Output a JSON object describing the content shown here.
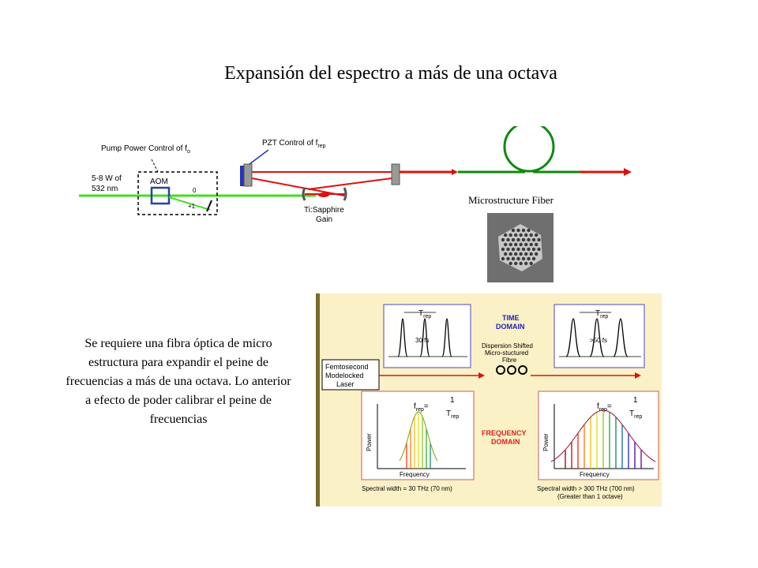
{
  "title": "Expansión del espectro a más de una octava",
  "description": "Se requiere una fibra óptica de micro estructura para expandir el peine de frecuencias a más de una octava. Lo anterior a efecto de poder calibrar el peine de frecuencias",
  "setup": {
    "pump_control_label": "Pump Power Control of f",
    "pump_control_sub": "o",
    "pzt_label": "PZT Control of f",
    "pzt_sub": "rep",
    "pump_power": "5-8 W of",
    "pump_wavelength": "532 nm",
    "aom_label": "AOM",
    "order_0": "0",
    "order_plus1": "+1",
    "gain_line1": "Ti:Sapphire",
    "gain_line2": "Gain",
    "fiber_label": "Microstructure Fiber"
  },
  "comb": {
    "laser_line1": "Femtosecond",
    "laser_line2": "Modelocked",
    "laser_line3": "Laser",
    "time_domain_line1": "TIME",
    "time_domain_line2": "DOMAIN",
    "freq_domain_line1": "FREQUENCY",
    "freq_domain_line2": "DOMAIN",
    "fiber_line1": "Dispersion Shifted",
    "fiber_line2": "Micro-stuctured",
    "fiber_line3": "Fibre",
    "trep_left": "T",
    "trep_sub": "rep",
    "pulse_left": "30 fs",
    "pulse_right": ">50 fs",
    "frep_formula_left": "f",
    "frep_sub": "rep",
    "eq": "=",
    "one": "1",
    "power_label": "Power",
    "frequency_label": "Frequency",
    "spectral_left": "Spectral width = 30 THz (70 nm)",
    "spectral_right_line1": "Spectral width > 300 THz (700 nm)",
    "spectral_right_line2": "(Greater than 1 octave)"
  },
  "colors": {
    "pump_green": "#44dd22",
    "laser_red": "#dd1111",
    "fiber_green": "#118811",
    "mirror_blue": "#2233bb",
    "aom_blue": "#2244aa",
    "panel_bg": "#fbf1c6",
    "panel_frame": "#cc3333",
    "time_box": "#6666cc",
    "freq_box": "#cc7777",
    "domain_text_blue": "#2222bb",
    "domain_text_red": "#dd2222"
  }
}
